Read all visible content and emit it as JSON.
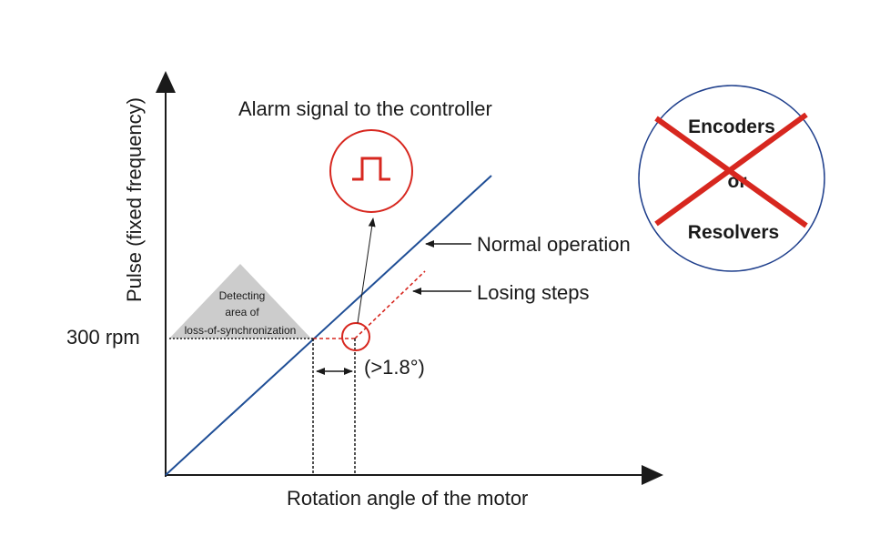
{
  "labels": {
    "y_axis": "Pulse (fixed frequency)",
    "x_axis": "Rotation angle of the motor",
    "speed": "300 rpm",
    "alarm": "Alarm signal to the controller",
    "normal": "Normal operation",
    "losing": "Losing steps",
    "angle": "(>1.8°)",
    "detect_line1": "Detecting",
    "detect_line2": "area of",
    "detect_line3": "loss-of-synchronization"
  },
  "crossed_out": {
    "top": "Encoders",
    "middle": "or",
    "bottom": "Resolvers"
  },
  "colors": {
    "axis": "#1a1a1a",
    "normal_line": "#1f4e96",
    "alarm_red": "#d7271f",
    "detect_area": "#cccccc",
    "circle_border": "#1f3f8c"
  }
}
